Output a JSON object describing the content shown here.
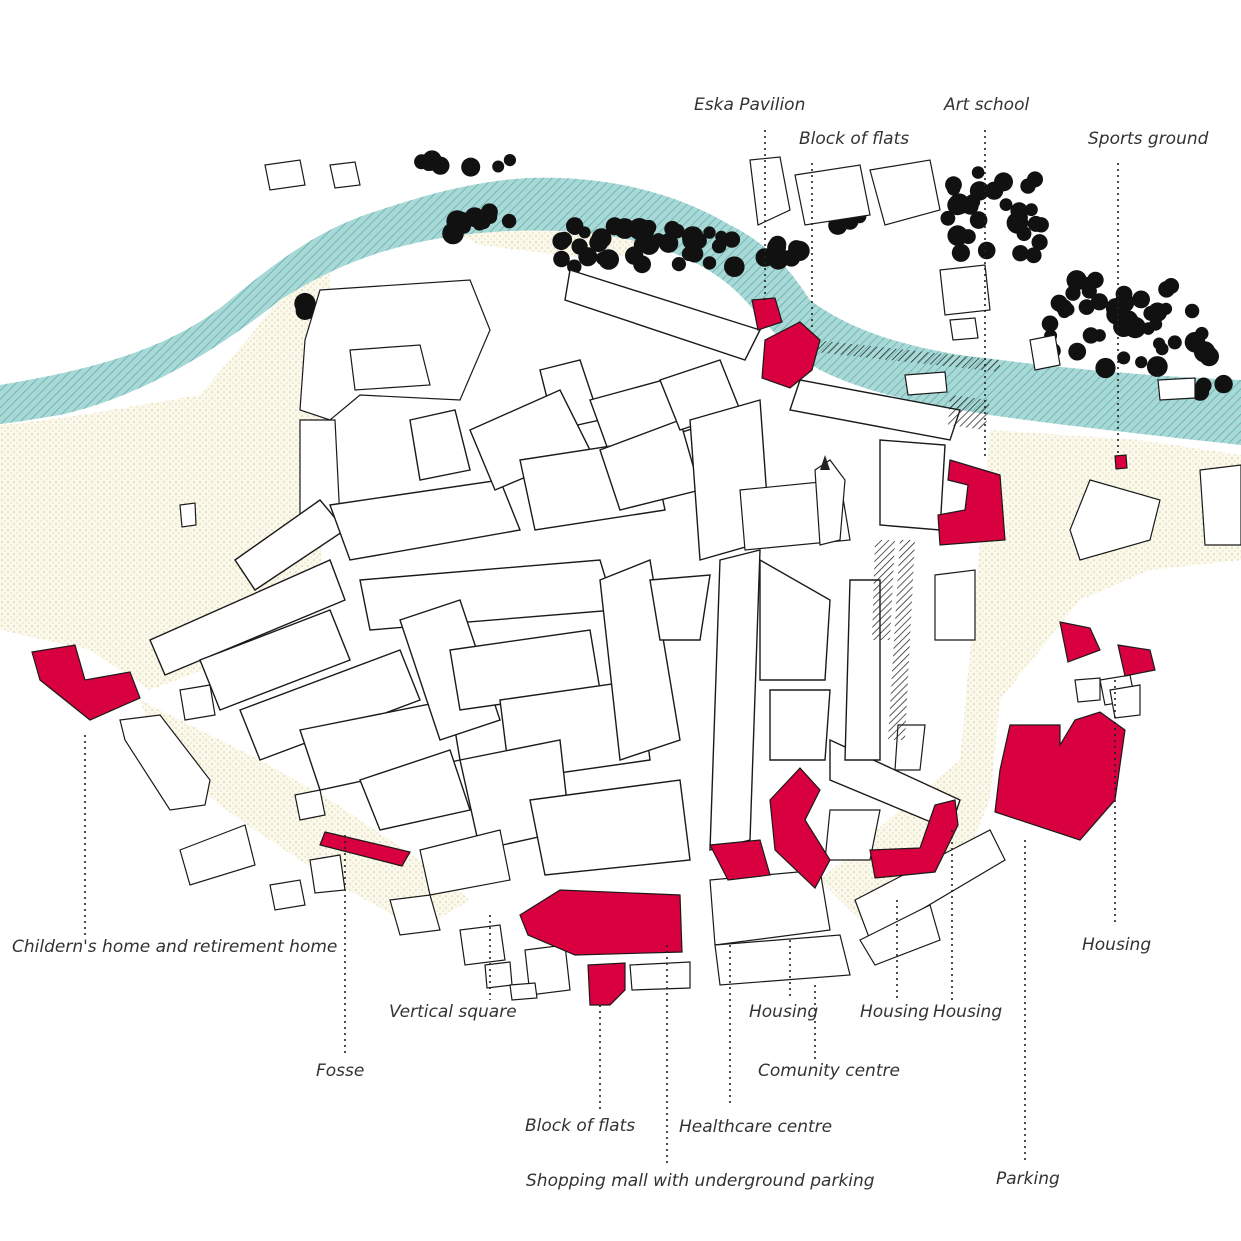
{
  "colors": {
    "river": "#9fd4d3",
    "river_hatch": "#5aa9a6",
    "meadow": "#f5f1de",
    "meadow_dots": "#cfc98f",
    "proposed": "#d8003f",
    "outline": "#1a1a1a",
    "label": "#333333"
  },
  "labels": {
    "eska_pavilion": "Eska Pavilion",
    "block_of_flats_north": "Block of flats",
    "art_school": "Art school",
    "sports_ground": "Sports ground",
    "childrens_home": "Childern's home and retirement home",
    "housing_east": "Housing",
    "vertical_square": "Vertical square",
    "housing_1": "Housing",
    "housing_2": "Housing",
    "housing_3": "Housing",
    "fosse": "Fosse",
    "community_centre": "Comunity centre",
    "block_of_flats_south": "Block of flats",
    "healthcare_centre": "Healthcare centre",
    "shopping_mall": "Shopping mall with underground parking",
    "parking": "Parking"
  }
}
